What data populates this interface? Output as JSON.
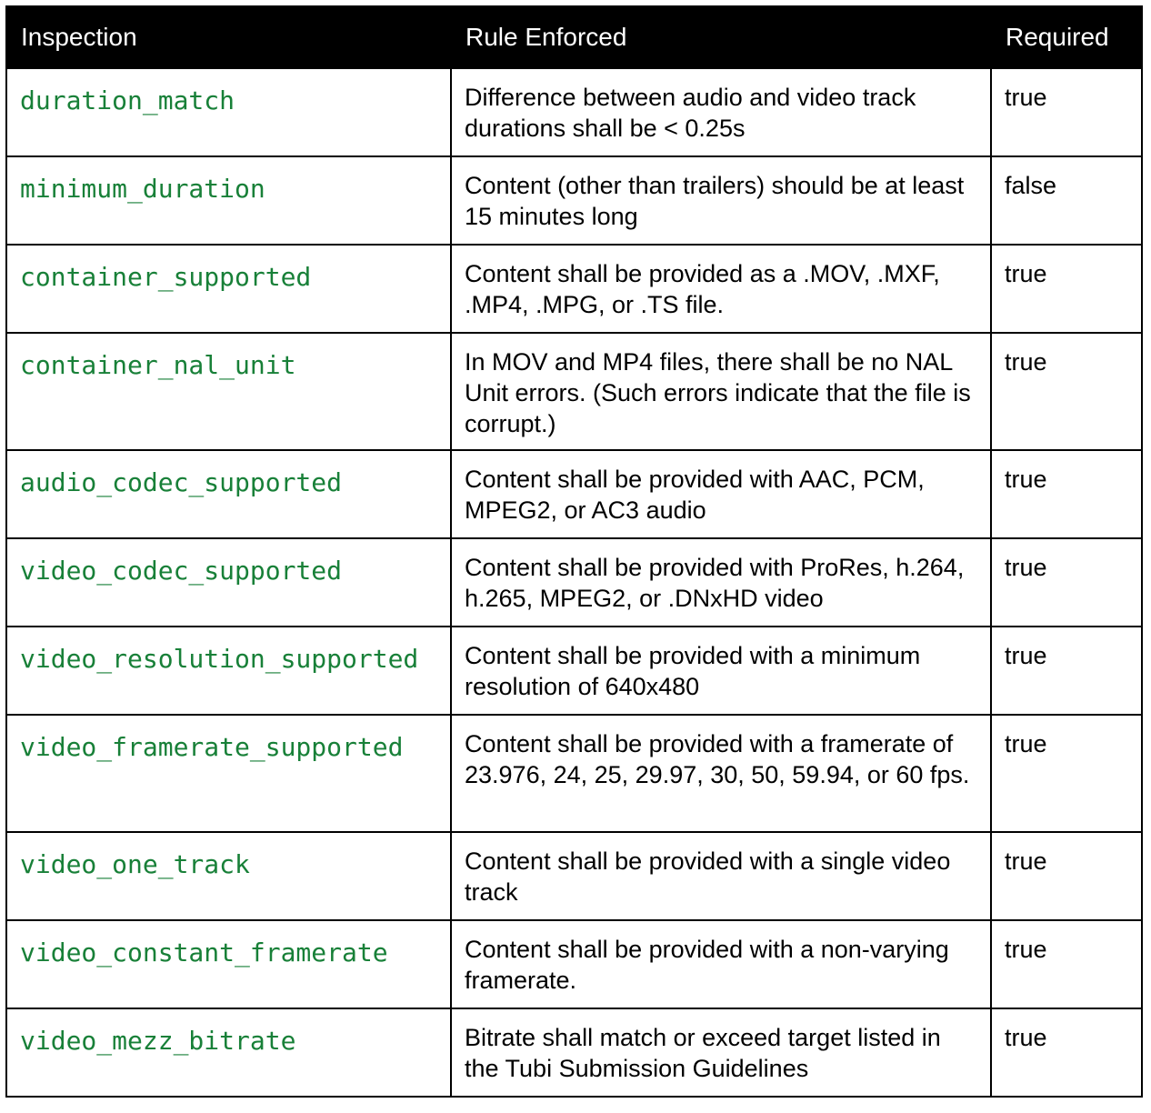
{
  "table": {
    "headers": {
      "inspection": "Inspection",
      "rule": "Rule Enforced",
      "required": "Required"
    },
    "rows": [
      {
        "inspection": "duration_match",
        "rule": "Difference between audio and video track durations shall be < 0.25s",
        "required": "true"
      },
      {
        "inspection": "minimum_duration",
        "rule": "Content (other than trailers) should be at least 15 minutes long",
        "required": "false"
      },
      {
        "inspection": "container_supported",
        "rule": "Content shall be provided as a .MOV, .MXF, .MP4, .MPG, or .TS file.",
        "required": "true"
      },
      {
        "inspection": "container_nal_unit",
        "rule": "In MOV and MP4 files, there shall be no NAL Unit errors. (Such errors indicate that the file is corrupt.)",
        "required": "true"
      },
      {
        "inspection": "audio_codec_supported",
        "rule": "Content shall be provided with AAC, PCM, MPEG2, or AC3 audio",
        "required": "true"
      },
      {
        "inspection": "video_codec_supported",
        "rule": "Content shall be provided with ProRes, h.264, h.265, MPEG2, or .DNxHD video",
        "required": "true"
      },
      {
        "inspection": "video_resolution_supported",
        "rule": "Content shall be provided with a minimum resolution of 640x480",
        "required": "true"
      },
      {
        "inspection": "video_framerate_supported",
        "rule": "Content shall be provided with a framerate of 23.976, 24, 25, 29.97, 30, 50, 59.94, or 60 fps.",
        "required": "true"
      },
      {
        "inspection": "video_one_track",
        "rule": "Content shall be provided with a single video track",
        "required": "true"
      },
      {
        "inspection": "video_constant_framerate",
        "rule": "Content shall be provided with a non-varying framerate.",
        "required": "true"
      },
      {
        "inspection": "video_mezz_bitrate",
        "rule": "Bitrate shall match or exceed target listed in the Tubi Submission Guidelines",
        "required": "true"
      }
    ]
  },
  "colors": {
    "header_bg": "#000000",
    "header_text": "#ffffff",
    "inspection_text": "#188038",
    "border": "#000000"
  }
}
